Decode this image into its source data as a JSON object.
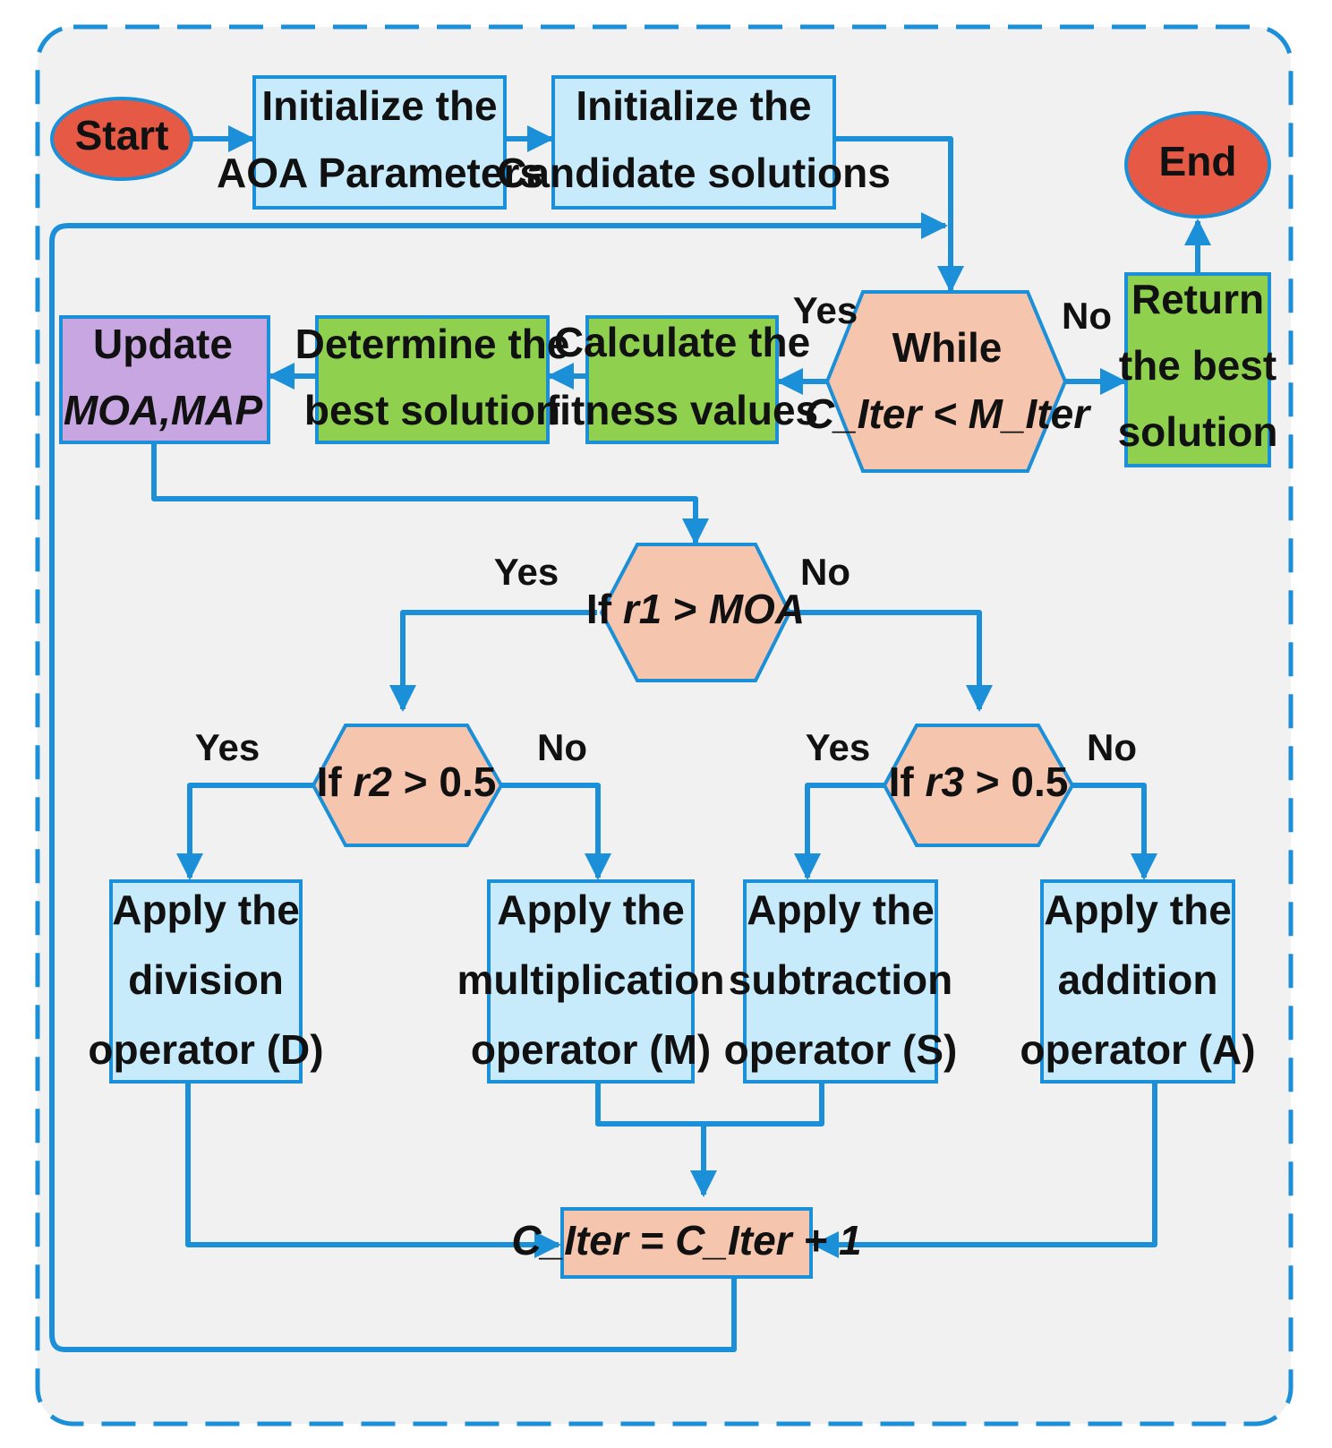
{
  "colors": {
    "terminal": "#e65a45",
    "process_blue": "#c8ebfb",
    "process_green": "#8fd14f",
    "process_purple": "#c7a6e2",
    "decision": "#f6c5ae",
    "connector": "#1b8fd8",
    "frame_fill": "#f1f1f1"
  },
  "nodes": {
    "start": "Start",
    "end": "End",
    "init_params": [
      "Initialize the",
      "AOA Parameters"
    ],
    "init_candidates": [
      "Initialize the",
      "Candidate solutions"
    ],
    "while": [
      "While",
      "C_Iter < M_Iter"
    ],
    "return_best": [
      "Return",
      "the best",
      "solution"
    ],
    "calc_fitness": [
      "Calculate the",
      "fitness values"
    ],
    "determine_best": [
      "Determine the",
      "best solution"
    ],
    "update": [
      "Update",
      "MOA,MAP"
    ],
    "if_r1": "If r1 > MOA",
    "if_r2": "If r2 > 0.5",
    "if_r3": "If r3 > 0.5",
    "apply_division": [
      "Apply the",
      "division",
      "operator (D)"
    ],
    "apply_multiplication": [
      "Apply the",
      "multiplication",
      "operator (M)"
    ],
    "apply_subtraction": [
      "Apply the",
      "subtraction",
      "operator (S)"
    ],
    "apply_addition": [
      "Apply the",
      "addition",
      "operator (A)"
    ],
    "increment": "C_Iter = C_Iter + 1"
  },
  "edge_labels": {
    "while_yes": "Yes",
    "while_no": "No",
    "r1_yes": "Yes",
    "r1_no": "No",
    "r2_yes": "Yes",
    "r2_no": "No",
    "r3_yes": "Yes",
    "r3_no": "No"
  }
}
